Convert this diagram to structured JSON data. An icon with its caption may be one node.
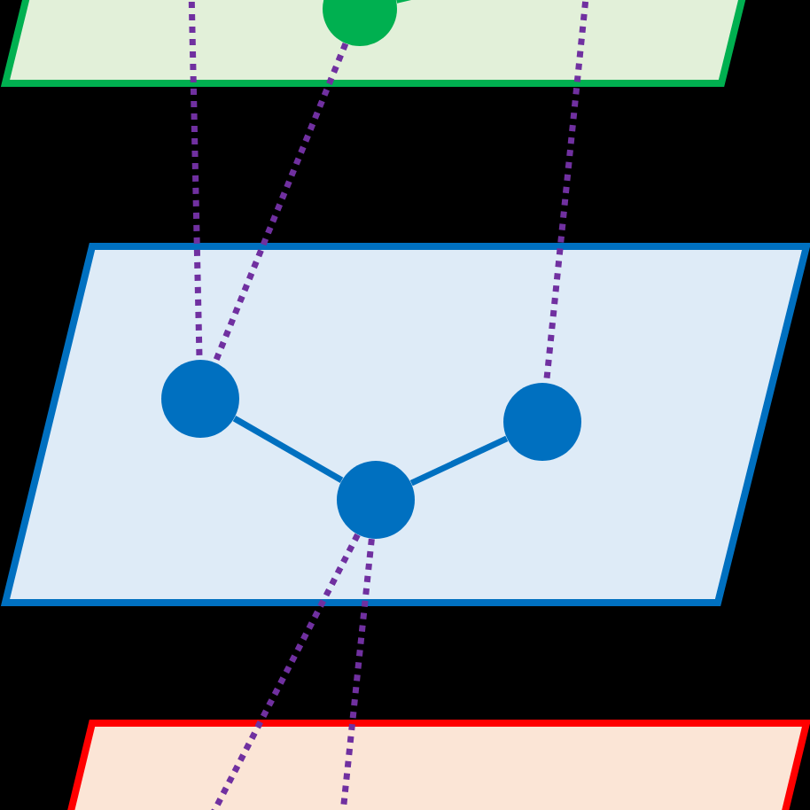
{
  "diagram": {
    "nodes": [
      {
        "text": [],
        "shape": "plane"
      },
      {
        "text": [],
        "shape": "circle",
        "in": 0
      },
      {
        "text": [],
        "shape": "plane"
      },
      {
        "text": [],
        "shape": "circle",
        "in": 2
      },
      {
        "text": [],
        "shape": "circle",
        "in": 2
      },
      {
        "text": [],
        "shape": "circle",
        "in": 2
      },
      {
        "text": [],
        "shape": "plane"
      }
    ],
    "edges": [
      {
        "from": 3,
        "to": 4,
        "arrow": "none",
        "color": "#0070c0"
      },
      {
        "from": 4,
        "to": 5,
        "arrow": "none",
        "color": "#0070c0"
      },
      {
        "from": 0,
        "to": 3,
        "arrow": "none",
        "style": "dashed",
        "color": "#7030a0"
      },
      {
        "from": 1,
        "to": 3,
        "arrow": "none",
        "style": "dashed",
        "color": "#7030a0"
      },
      {
        "from": 0,
        "to": 5,
        "arrow": "none",
        "style": "dashed",
        "color": "#7030a0"
      },
      {
        "from": 4,
        "to": 6,
        "arrow": "none",
        "style": "dashed",
        "color": "#7030a0"
      },
      {
        "from": 4,
        "to": 6,
        "arrow": "none",
        "style": "dashed",
        "color": "#7030a0"
      },
      {
        "from": 1,
        "to": null,
        "arrow": "none",
        "color": "#00b050"
      }
    ]
  }
}
